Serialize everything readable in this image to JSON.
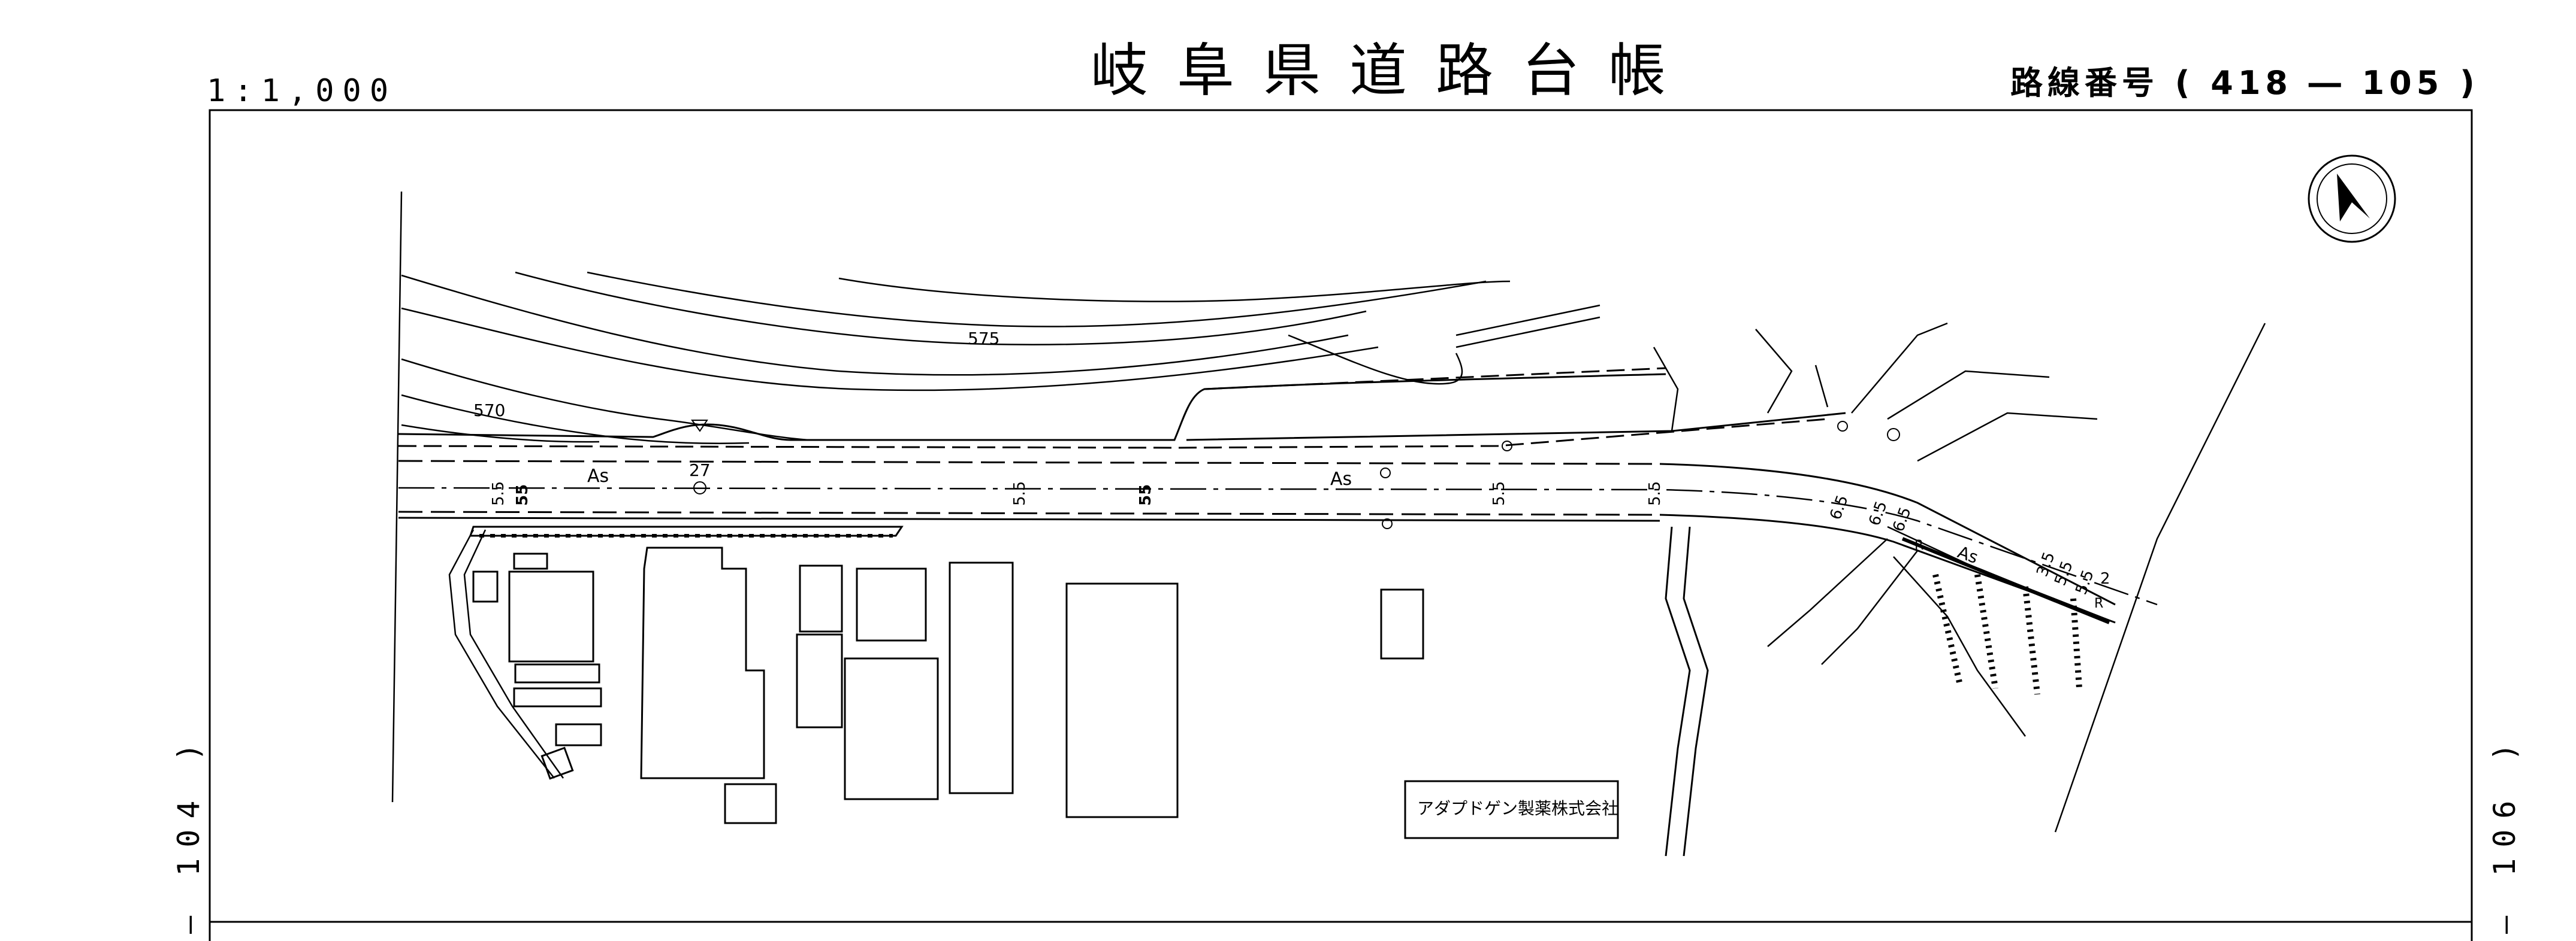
{
  "header": {
    "scale": "1:1,000",
    "title": "岐阜県道路台帳",
    "route_number": "路線番号 ( 418 ― 105 )"
  },
  "sheet_refs": {
    "left": "― 104 )",
    "right": "― 106 )"
  },
  "map": {
    "company_label": "アダプドゲン製薬株式会社",
    "contour_labels": [
      "575",
      "570"
    ],
    "surface_labels": [
      "As",
      "As",
      "As"
    ],
    "road_widths": [
      "5.5",
      "55",
      "55",
      "5.5",
      "5.5",
      "5.5",
      "6.5",
      "6.5",
      "6.5",
      "3.5",
      "5.5",
      "5.5",
      "2"
    ],
    "marker_labels": [
      "27",
      "R",
      "R"
    ],
    "north_arrow": "north-arrow-icon"
  }
}
